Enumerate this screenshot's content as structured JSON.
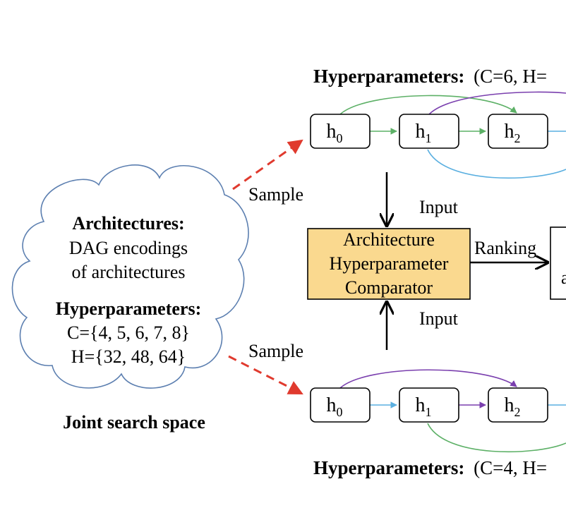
{
  "cloud": {
    "arch_title": "Architectures:",
    "arch_line1": "DAG encodings",
    "arch_line2": "of architectures",
    "hyper_title": "Hyperparameters:",
    "hyper_c": "C={4, 5, 6, 7, 8}",
    "hyper_h": "H={32, 48, 64}",
    "caption": "Joint search space"
  },
  "top": {
    "hyper_label": "Hyperparameters:",
    "hyper_values": "(C=6, H=",
    "sample_label": "Sample",
    "nodes": [
      {
        "label": "h",
        "sub": "0"
      },
      {
        "label": "h",
        "sub": "1"
      },
      {
        "label": "h",
        "sub": "2"
      }
    ],
    "input_label": "Input"
  },
  "bottom": {
    "hyper_label": "Hyperparameters:",
    "hyper_values": "(C=4, H=",
    "sample_label": "Sample",
    "nodes": [
      {
        "label": "h",
        "sub": "0"
      },
      {
        "label": "h",
        "sub": "1"
      },
      {
        "label": "h",
        "sub": "2"
      }
    ],
    "input_label": "Input"
  },
  "comparator": {
    "line1": "Architecture",
    "line2": "Hyperparameter",
    "line3": "Comparator",
    "fill": "#fad98f"
  },
  "ranking": {
    "label": "Ranking",
    "box_text": "a"
  },
  "colors": {
    "green": "#5cb066",
    "purple": "#7a3fae",
    "blue": "#5aafe0",
    "red": "#e03a2e",
    "cloud": "#5c7fb0"
  }
}
